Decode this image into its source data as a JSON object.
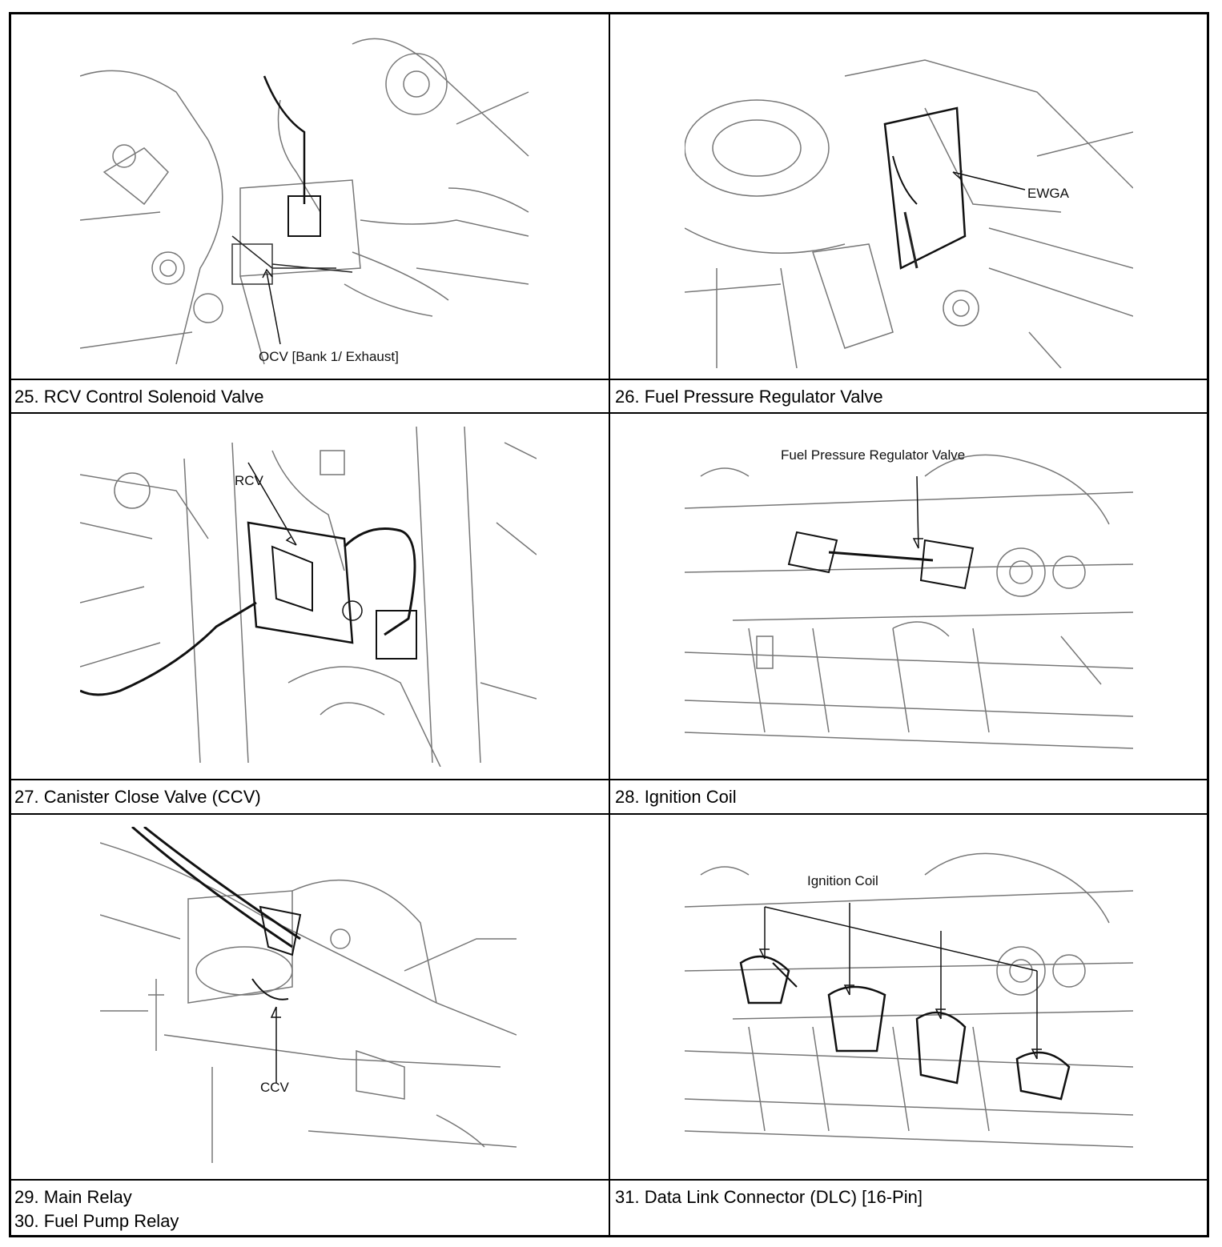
{
  "panels": [
    {
      "callout": "OCV [Bank 1/ Exhaust]",
      "caption": "25. RCV Control Solenoid Valve"
    },
    {
      "callout": "EWGA",
      "caption": "26. Fuel Pressure Regulator Valve"
    },
    {
      "callout": "RCV",
      "caption": "27. Canister Close Valve (CCV)"
    },
    {
      "callout": "Fuel Pressure Regulator Valve",
      "caption": "28. Ignition Coil"
    },
    {
      "callout": "CCV",
      "caption_lines": [
        "29. Main Relay",
        "30. Fuel Pump Relay"
      ]
    },
    {
      "callout": "Ignition Coil",
      "caption": "31. Data Link Connector (DLC) [16-Pin]"
    }
  ]
}
